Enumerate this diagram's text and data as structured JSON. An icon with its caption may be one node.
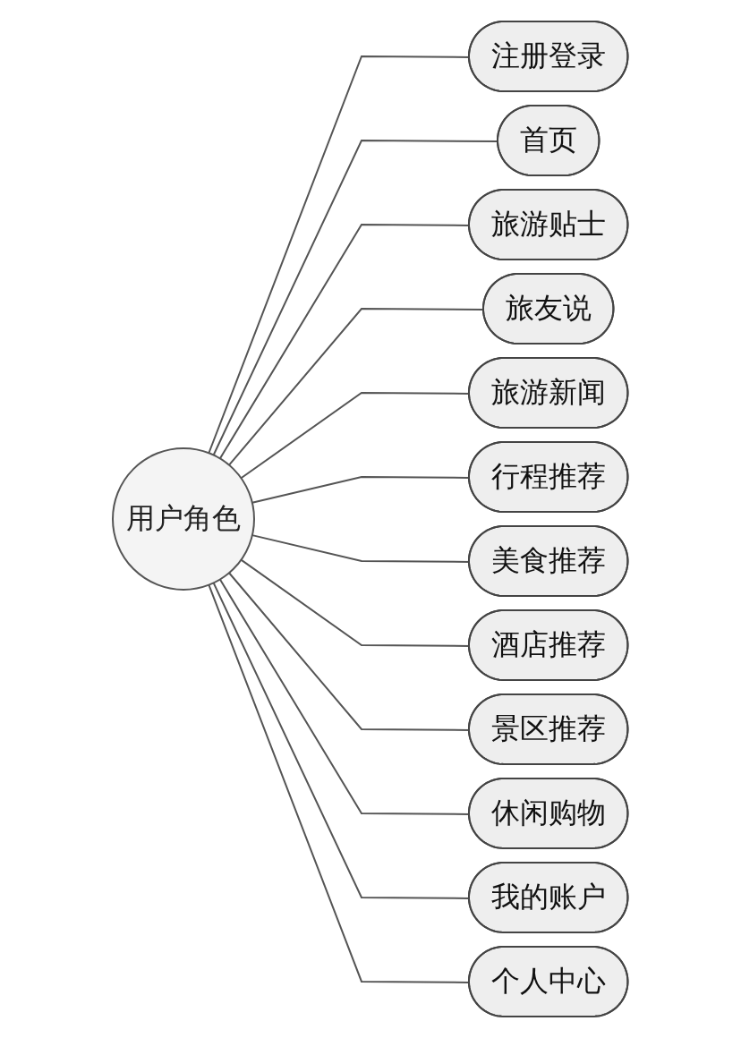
{
  "diagram": {
    "nodes": [
      {
        "text": [
          "用户角色"
        ]
      },
      {
        "text": [
          "注册登录"
        ]
      },
      {
        "text": [
          "首页"
        ]
      },
      {
        "text": [
          "旅游贴士"
        ]
      },
      {
        "text": [
          "旅友说"
        ]
      },
      {
        "text": [
          "旅游新闻"
        ]
      },
      {
        "text": [
          "行程推荐"
        ]
      },
      {
        "text": [
          "美食推荐"
        ]
      },
      {
        "text": [
          "酒店推荐"
        ]
      },
      {
        "text": [
          "景区推荐"
        ]
      },
      {
        "text": [
          "休闲购物"
        ]
      },
      {
        "text": [
          "我的账户"
        ]
      },
      {
        "text": [
          "个人中心"
        ]
      }
    ],
    "edges": [
      {
        "from": 0,
        "to": 1,
        "arrow": "none"
      },
      {
        "from": 0,
        "to": 2,
        "arrow": "none"
      },
      {
        "from": 0,
        "to": 3,
        "arrow": "none"
      },
      {
        "from": 0,
        "to": 4,
        "arrow": "none"
      },
      {
        "from": 0,
        "to": 5,
        "arrow": "none"
      },
      {
        "from": 0,
        "to": 6,
        "arrow": "none"
      },
      {
        "from": 0,
        "to": 7,
        "arrow": "none"
      },
      {
        "from": 0,
        "to": 8,
        "arrow": "none"
      },
      {
        "from": 0,
        "to": 9,
        "arrow": "none"
      },
      {
        "from": 0,
        "to": 10,
        "arrow": "none"
      },
      {
        "from": 0,
        "to": 11,
        "arrow": "none"
      },
      {
        "from": 0,
        "to": 12,
        "arrow": "none"
      }
    ]
  }
}
